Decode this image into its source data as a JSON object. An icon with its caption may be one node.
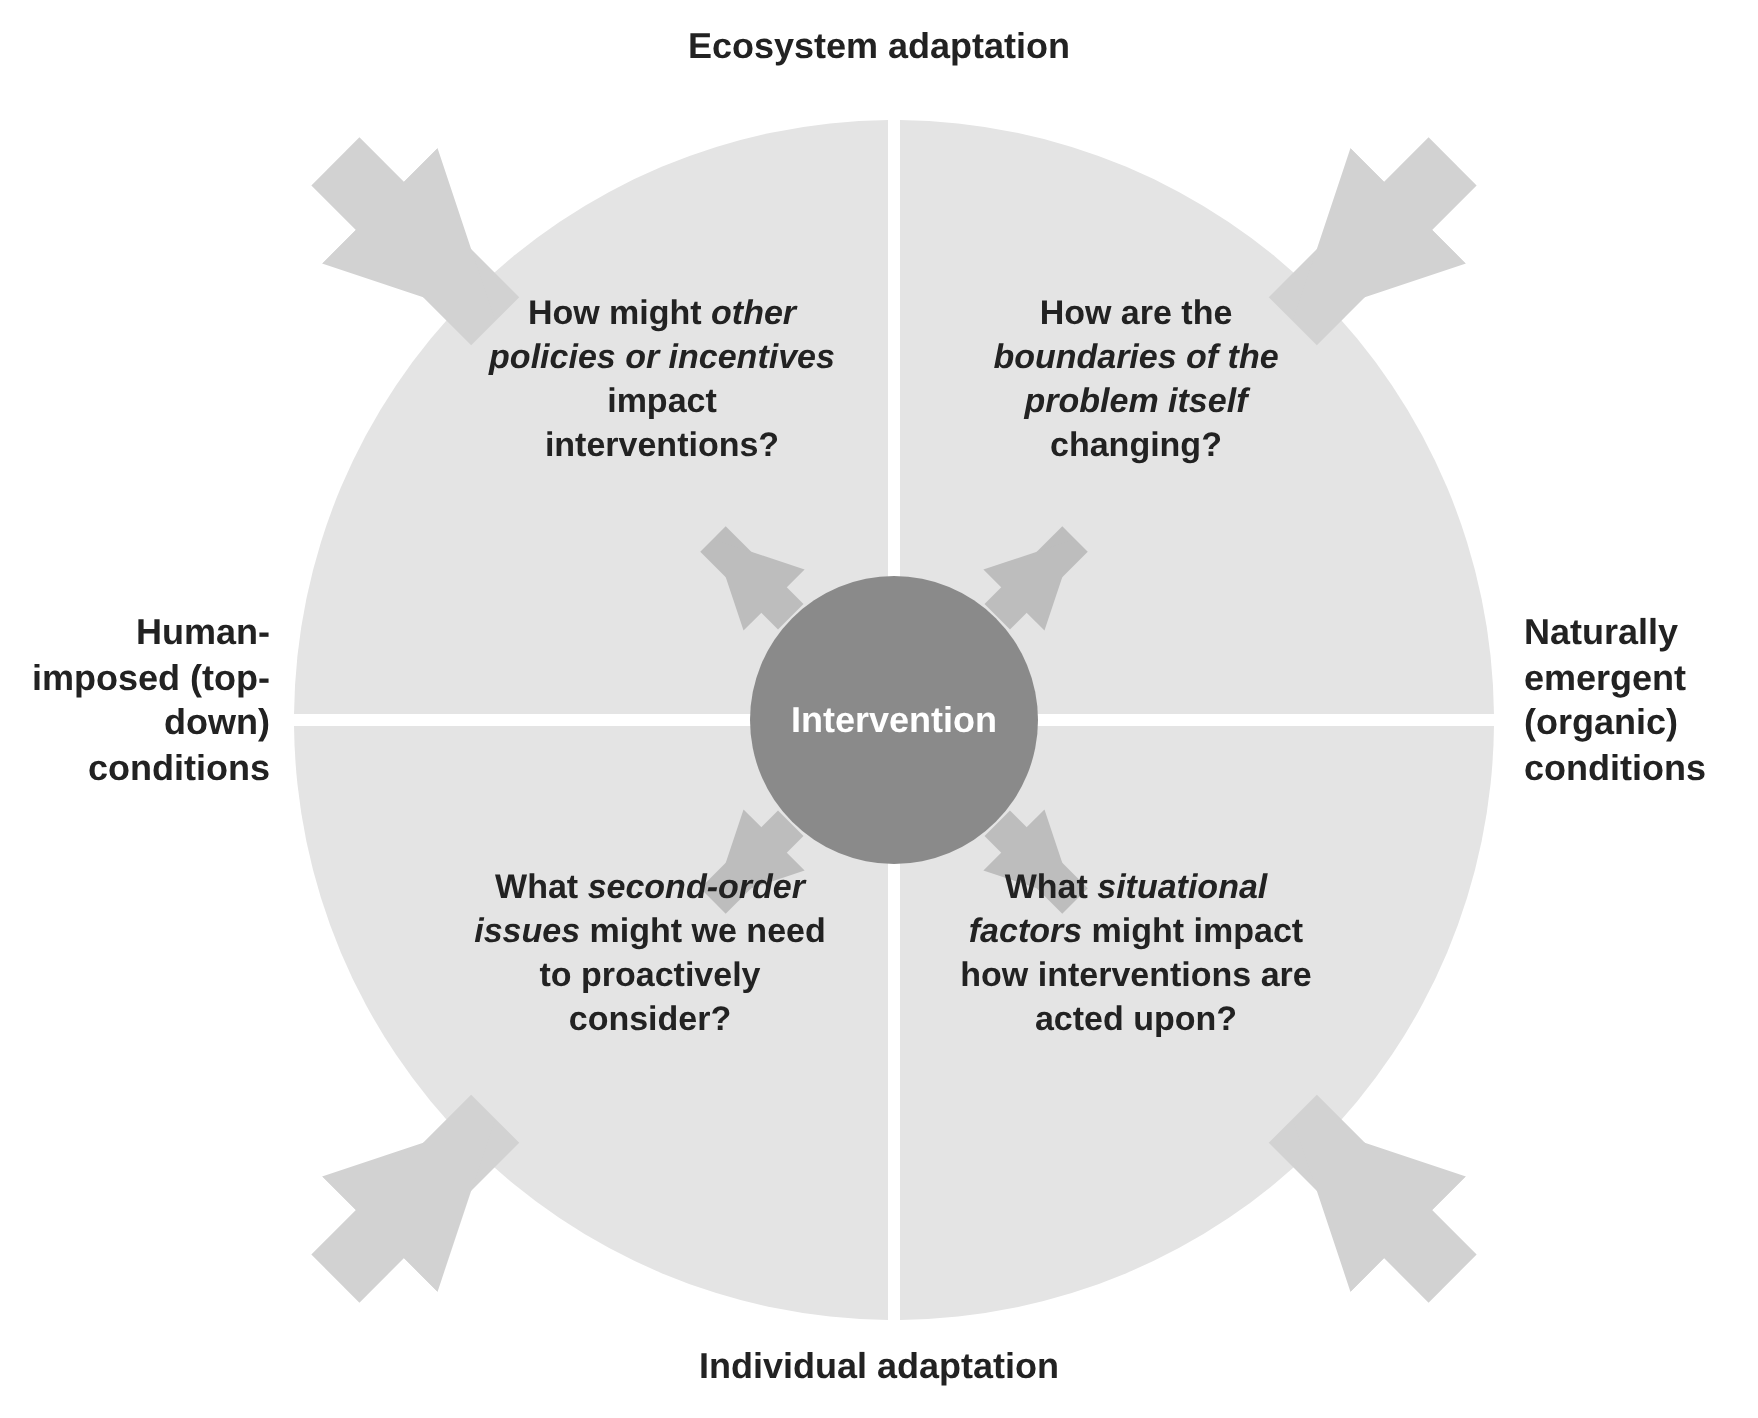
{
  "diagram": {
    "nodes": [
      {
        "text": [
          "How might *other policies or incentives* impact interventions?"
        ]
      },
      {
        "text": [
          "How are the *boundaries of the problem itself* changing?"
        ]
      },
      {
        "text": [
          "What *second-order issues* might we need to proactively consider?"
        ]
      },
      {
        "text": [
          "What *situational factors* might impact how interventions are acted upon?"
        ]
      },
      {
        "text": [
          "Intervention"
        ]
      }
    ],
    "edges": [
      {
        "from": 4,
        "to": 0,
        "arrow": "to",
        "color": "#bdbdbd"
      },
      {
        "from": 4,
        "to": 1,
        "arrow": "to",
        "color": "#bdbdbd"
      },
      {
        "from": 4,
        "to": 2,
        "arrow": "to",
        "color": "#bdbdbd"
      },
      {
        "from": 4,
        "to": 3,
        "arrow": "to",
        "color": "#bdbdbd"
      },
      {
        "from": null,
        "to": 0,
        "arrow": "to",
        "color": "#d2d2d2",
        "style": "thick"
      },
      {
        "from": null,
        "to": 1,
        "arrow": "to",
        "color": "#d2d2d2",
        "style": "thick"
      },
      {
        "from": null,
        "to": 2,
        "arrow": "to",
        "color": "#d2d2d2",
        "style": "thick"
      },
      {
        "from": null,
        "to": 3,
        "arrow": "to",
        "color": "#d2d2d2",
        "style": "thick"
      }
    ],
    "labels": [
      "Ecosystem adaptation",
      "Human-imposed (top-down) conditions",
      "Naturally emergent (organic) conditions",
      "Individual adaptation"
    ]
  }
}
